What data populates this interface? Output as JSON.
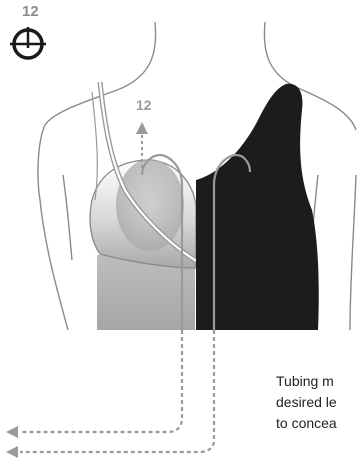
{
  "clock": {
    "icon": "clock-icon",
    "label": "12"
  },
  "arrow": {
    "label": "12"
  },
  "caption": {
    "lines": [
      "Tubing m",
      "desired le",
      "to concea"
    ]
  },
  "colors": {
    "skin_line": "#8a8a8a",
    "bra_dark": "#1c1c1c",
    "bra_light": "#cfcfcf",
    "tubing": "#9a9a9a"
  }
}
